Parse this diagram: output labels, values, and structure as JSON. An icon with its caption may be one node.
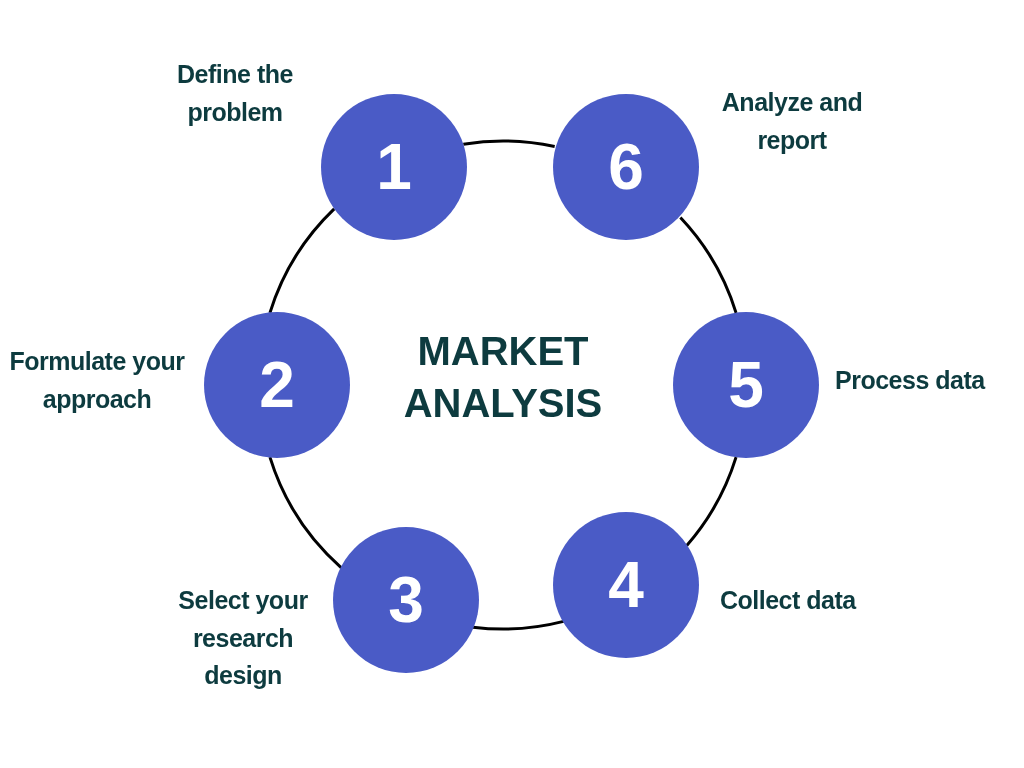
{
  "diagram": {
    "nodes": [
      {
        "text": [
          "1"
        ],
        "beside": [
          "Define the problem"
        ]
      },
      {
        "text": [
          "2"
        ],
        "beside": [
          "Formulate your approach"
        ]
      },
      {
        "text": [
          "3"
        ],
        "beside": [
          "Select your research design"
        ]
      },
      {
        "text": [
          "4"
        ],
        "beside": [
          "Collect data"
        ]
      },
      {
        "text": [
          "5"
        ],
        "beside": [
          "Process data"
        ]
      },
      {
        "text": [
          "6"
        ],
        "beside": [
          "Analyze and report"
        ]
      }
    ],
    "edges": [
      {
        "from": 0,
        "to": 5,
        "arrow": "none"
      },
      {
        "from": 5,
        "to": 4,
        "arrow": "none"
      },
      {
        "from": 4,
        "to": 3,
        "arrow": "none"
      },
      {
        "from": 3,
        "to": 2,
        "arrow": "none"
      },
      {
        "from": 2,
        "to": 1,
        "arrow": "none"
      },
      {
        "from": 1,
        "to": 0,
        "arrow": "none"
      }
    ],
    "labels": [
      "MARKET ANALYSIS"
    ]
  }
}
